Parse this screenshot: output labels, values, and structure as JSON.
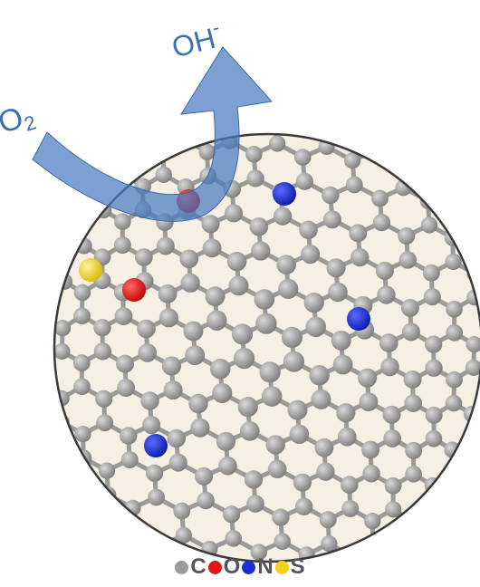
{
  "labels": {
    "reactant": "O",
    "reactant_sub": "2",
    "product": "OH",
    "product_sup": "-"
  },
  "legend": [
    {
      "symbol": "C",
      "color": "#9a9a9a"
    },
    {
      "symbol": "O",
      "color": "#e01515"
    },
    {
      "symbol": "N",
      "color": "#1a2fd6"
    },
    {
      "symbol": "S",
      "color": "#f2d21b"
    }
  ],
  "colors": {
    "carbon": "#8f8f8f",
    "oxygen": "#e01515",
    "nitrogen": "#1a2fd6",
    "sulfur": "#f2d21b",
    "arrow": "#4a7cc0",
    "background": "#f5f0e3"
  }
}
